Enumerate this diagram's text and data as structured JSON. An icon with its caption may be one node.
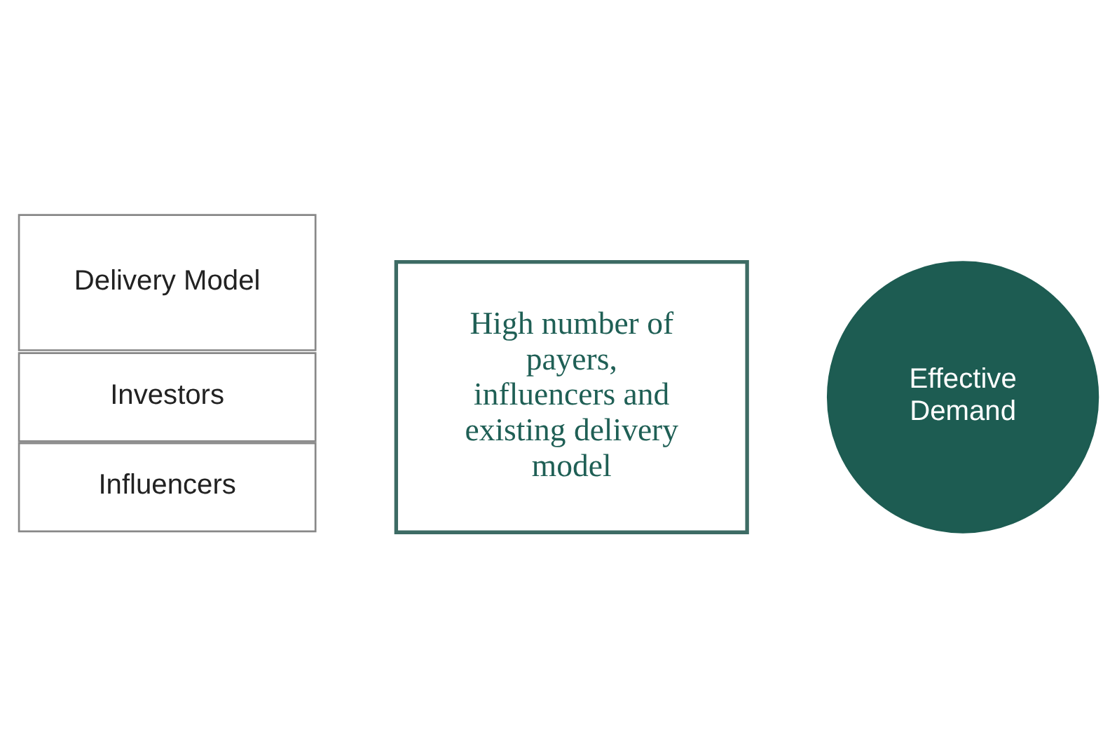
{
  "diagram": {
    "nodes": [
      {
        "text": [
          "Delivery Model"
        ]
      },
      {
        "text": [
          "Investors"
        ]
      },
      {
        "text": [
          "Influencers"
        ]
      },
      {
        "text": [
          "High number of payers, influencers and existing delivery model"
        ]
      },
      {
        "text": [
          "Effective Demand"
        ]
      }
    ],
    "edges": []
  }
}
